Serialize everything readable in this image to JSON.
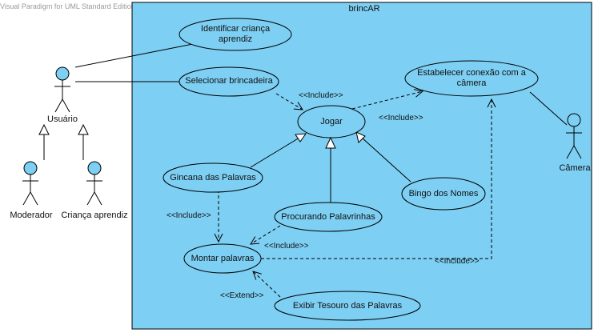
{
  "watermark": "Visual Paradigm for UML Standard Edition(Faculdade de Administracao e Informatica)",
  "system": {
    "name": "brincAR",
    "fill": "#7dcff3"
  },
  "colors": {
    "line": "#000000",
    "actor_head": "#7dcff3"
  },
  "actors": {
    "usuario": "Usuário",
    "moderador": "Moderador",
    "crianca": "Criança aprendiz",
    "camera": "Câmera"
  },
  "use_cases": {
    "identificar_line1": "Identificar criança",
    "identificar_line2": "aprendiz",
    "selecionar": "Selecionar brincadeira",
    "jogar": "Jogar",
    "estabelecer_line1": "Estabelecer conexão com a",
    "estabelecer_line2": "câmera",
    "gincana": "Gincana das Palavras",
    "bingo": "Bingo dos Nomes",
    "procurando": "Procurando Palavrinhas",
    "montar": "Montar palavras",
    "exibir": "Exibir Tesouro das Palavras"
  },
  "stereotypes": {
    "include": "<<Include>>",
    "extend": "<<Extend>>"
  }
}
